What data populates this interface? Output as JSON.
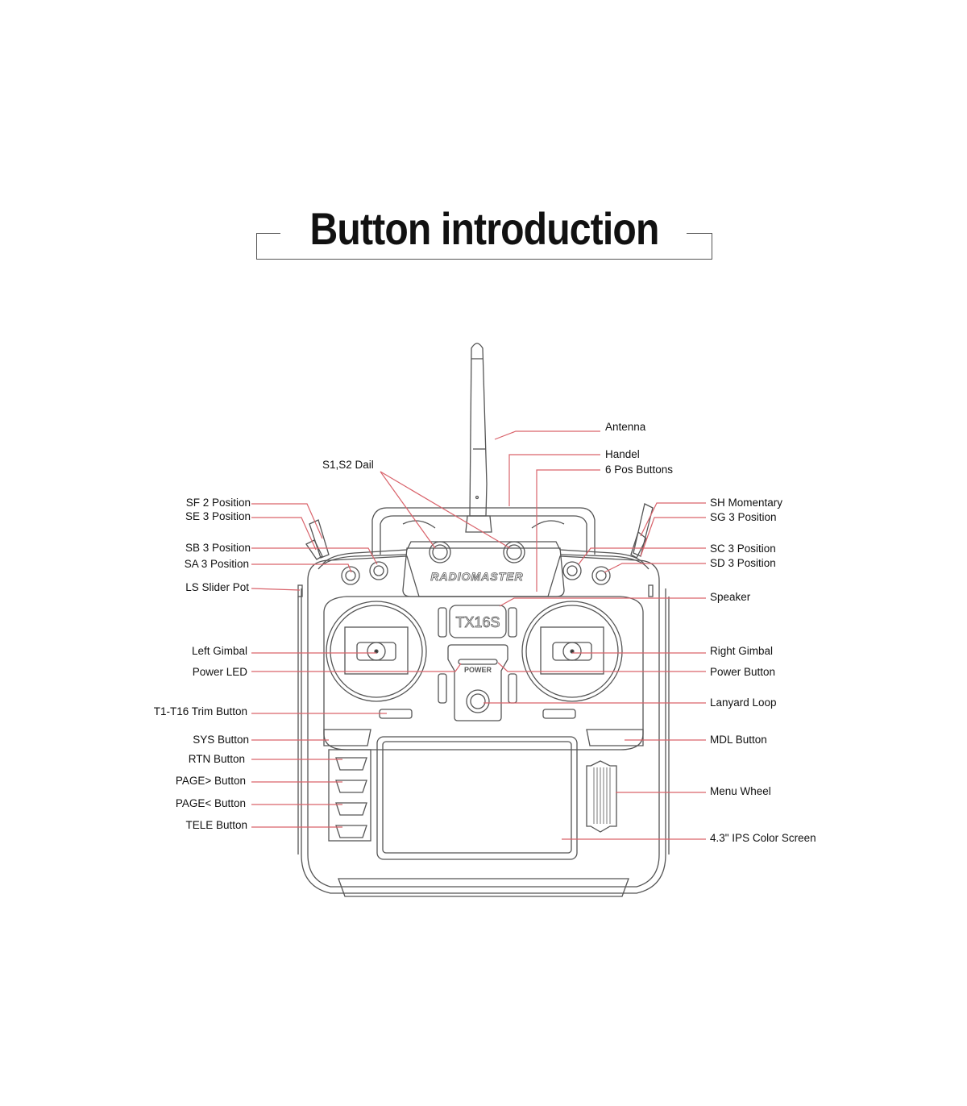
{
  "title": "Button introduction",
  "product": {
    "brand_logo": "RADIOMASTER",
    "model_badge": "TX16S",
    "power_label": "POWER"
  },
  "colors": {
    "leader_line": "#d9636b",
    "outline": "#555555",
    "text": "#111111"
  },
  "labels": {
    "left": [
      {
        "id": "sf",
        "text": "SF 2 Position"
      },
      {
        "id": "se",
        "text": "SE 3 Position"
      },
      {
        "id": "sb",
        "text": "SB 3 Position"
      },
      {
        "id": "sa",
        "text": "SA 3 Position"
      },
      {
        "id": "ls",
        "text": "LS Slider Pot"
      },
      {
        "id": "left_gimbal",
        "text": "Left Gimbal"
      },
      {
        "id": "power_led",
        "text": "Power LED"
      },
      {
        "id": "trim",
        "text": "T1-T16 Trim Button"
      },
      {
        "id": "sys",
        "text": "SYS Button"
      },
      {
        "id": "rtn",
        "text": "RTN Button"
      },
      {
        "id": "page_next",
        "text": "PAGE> Button"
      },
      {
        "id": "page_prev",
        "text": "PAGE< Button"
      },
      {
        "id": "tele",
        "text": "TELE Button"
      }
    ],
    "top": [
      {
        "id": "dial",
        "text": "S1,S2 Dail"
      },
      {
        "id": "antenna",
        "text": "Antenna"
      },
      {
        "id": "handle",
        "text": "Handel"
      },
      {
        "id": "six_pos",
        "text": "6 Pos Buttons"
      }
    ],
    "right": [
      {
        "id": "sh",
        "text": "SH Momentary"
      },
      {
        "id": "sg",
        "text": "SG 3 Position"
      },
      {
        "id": "sc",
        "text": "SC 3 Position"
      },
      {
        "id": "sd",
        "text": "SD 3 Position"
      },
      {
        "id": "speaker",
        "text": "Speaker"
      },
      {
        "id": "right_gimbal",
        "text": "Right Gimbal"
      },
      {
        "id": "power_button",
        "text": "Power Button"
      },
      {
        "id": "lanyard",
        "text": "Lanyard Loop"
      },
      {
        "id": "mdl",
        "text": "MDL Button"
      },
      {
        "id": "menu_wheel",
        "text": "Menu Wheel"
      },
      {
        "id": "screen",
        "text": "4.3\" IPS Color Screen"
      }
    ]
  }
}
